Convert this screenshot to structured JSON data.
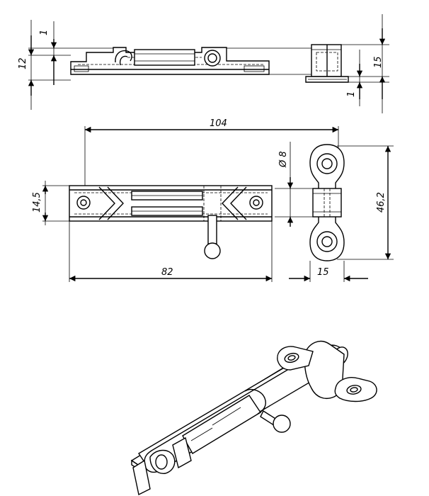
{
  "dimensions": {
    "top_view_gap": "1",
    "top_view_height": "12",
    "end_view_height": "15",
    "end_view_gap": "1",
    "overall_length": "104",
    "hole_diameter": "Ø 8",
    "bolt_height": "14,5",
    "plate_length": "82",
    "hole_spacing": "46,2",
    "end_width": "15"
  }
}
